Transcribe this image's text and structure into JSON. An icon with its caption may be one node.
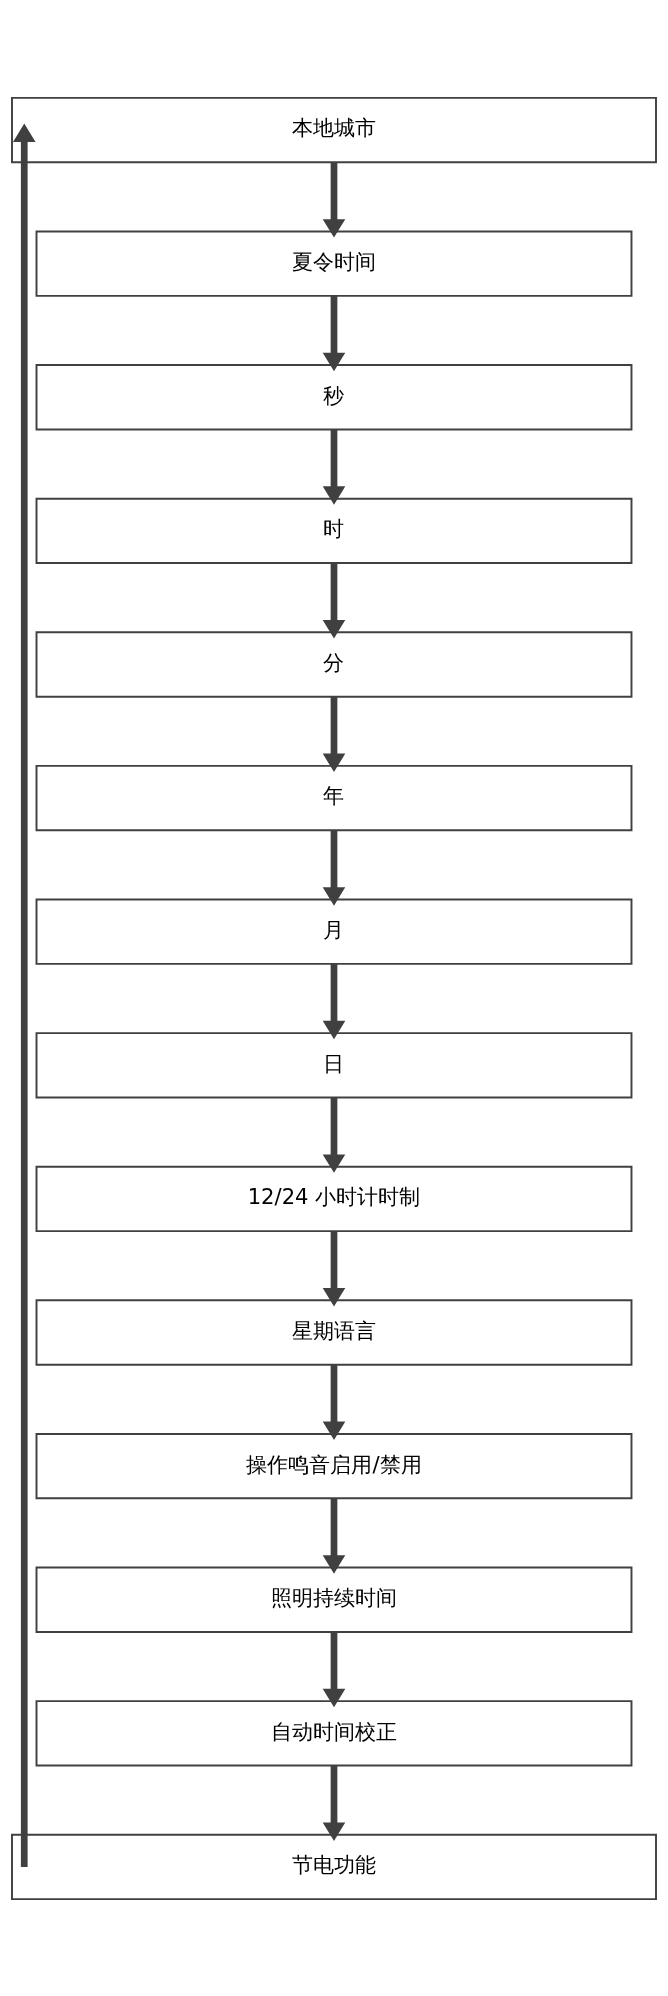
{
  "diagram": {
    "nodes": [
      {
        "text": [
          "本地城市"
        ]
      },
      {
        "text": [
          "夏令时间"
        ]
      },
      {
        "text": [
          "秒"
        ]
      },
      {
        "text": [
          "时"
        ]
      },
      {
        "text": [
          "分"
        ]
      },
      {
        "text": [
          "年"
        ]
      },
      {
        "text": [
          "月"
        ]
      },
      {
        "text": [
          "日"
        ]
      },
      {
        "text": [
          "12/24 小时计时制"
        ]
      },
      {
        "text": [
          "星期语言"
        ]
      },
      {
        "text": [
          "操作鸣音启用/禁用"
        ]
      },
      {
        "text": [
          "照明持续时间"
        ]
      },
      {
        "text": [
          "自动时间校正"
        ]
      },
      {
        "text": [
          "节电功能"
        ]
      }
    ],
    "edges": [
      {
        "from": 0,
        "to": 1,
        "arrow": "to"
      },
      {
        "from": 1,
        "to": 2,
        "arrow": "to"
      },
      {
        "from": 2,
        "to": 3,
        "arrow": "to"
      },
      {
        "from": 3,
        "to": 4,
        "arrow": "to"
      },
      {
        "from": 4,
        "to": 5,
        "arrow": "to"
      },
      {
        "from": 5,
        "to": 6,
        "arrow": "to"
      },
      {
        "from": 6,
        "to": 7,
        "arrow": "to"
      },
      {
        "from": 7,
        "to": 8,
        "arrow": "to"
      },
      {
        "from": 8,
        "to": 9,
        "arrow": "to"
      },
      {
        "from": 9,
        "to": 10,
        "arrow": "to"
      },
      {
        "from": 10,
        "to": 11,
        "arrow": "to"
      },
      {
        "from": 11,
        "to": 12,
        "arrow": "to"
      },
      {
        "from": 12,
        "to": 13,
        "arrow": "to"
      },
      {
        "from": 13,
        "to": 0,
        "arrow": "to"
      }
    ]
  }
}
